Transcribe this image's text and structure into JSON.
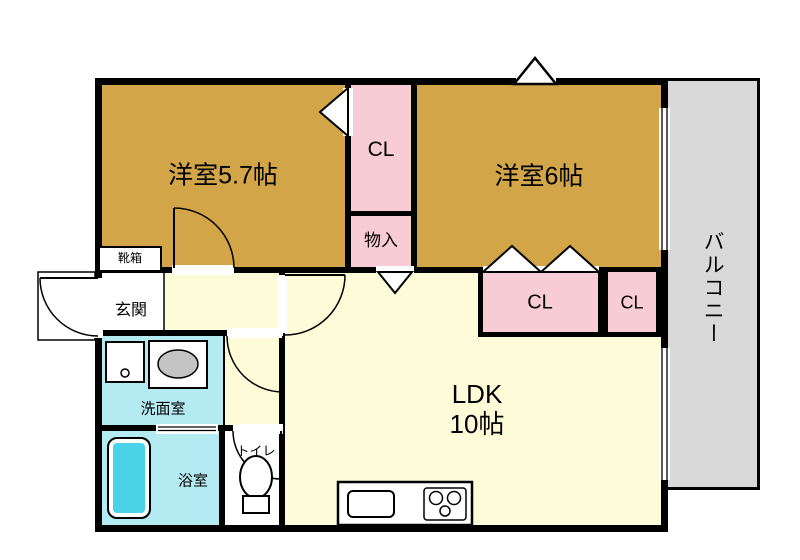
{
  "floor_plan": {
    "rooms": {
      "bedroom1": {
        "label": "洋室5.7帖"
      },
      "bedroom2": {
        "label": "洋室6帖"
      },
      "closet_top": {
        "label": "CL"
      },
      "storage": {
        "label": "物入"
      },
      "closet1": {
        "label": "CL"
      },
      "closet2": {
        "label": "CL"
      },
      "ldk": {
        "line1": "LDK",
        "line2": "10帖"
      },
      "balcony": {
        "label": "バルコニー"
      },
      "entrance": {
        "label": "玄関"
      },
      "shoe_box": {
        "label": "靴箱"
      },
      "washroom": {
        "label": "洗面室"
      },
      "bathroom": {
        "label": "浴室"
      },
      "toilet": {
        "label": "トイレ"
      }
    },
    "colors": {
      "bedroom": "#d2a648",
      "closet": "#f8ccd4",
      "ldk": "#fdfbd8",
      "wet_area": "#b4eaf2",
      "bathtub": "#4ad2e8",
      "balcony": "#d9d9d9",
      "wall": "#000000"
    }
  }
}
